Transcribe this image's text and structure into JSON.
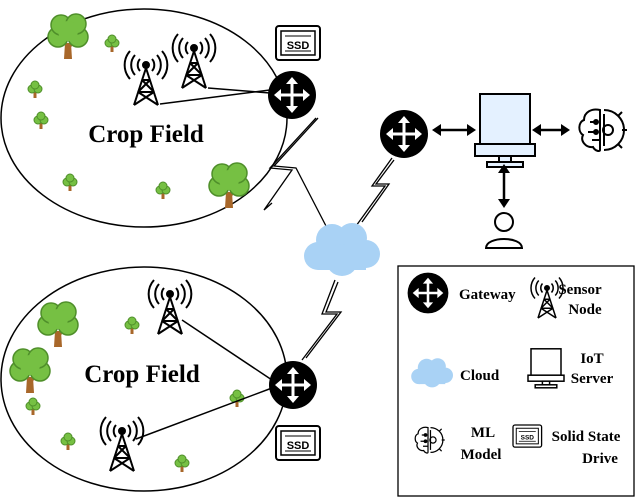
{
  "fields": [
    {
      "label": "Crop Field"
    },
    {
      "label": "Crop Field"
    }
  ],
  "ssd_text": "SSD",
  "legend": {
    "gateway": "Gateway",
    "sensor_line1": "Sensor",
    "sensor_line2": "Node",
    "cloud": "Cloud",
    "iot_line1": "IoT",
    "iot_line2": "Server",
    "ml_line1": "ML",
    "ml_line2": "Model",
    "ssd_line1": "Solid State",
    "ssd_line2": "Drive"
  },
  "colors": {
    "cloud_fill": "#a9d2f5",
    "cloud_stroke": "#8bb8e0",
    "monitor_fill": "#e4f1ff",
    "tree_green": "#76c043",
    "tree_dark": "#4f8f2a",
    "trunk": "#a8672a",
    "gateway_fill": "#000000"
  },
  "icons": [
    "gateway-icon",
    "sensor-node-icon",
    "cloud-icon",
    "iot-server-icon",
    "ml-model-icon",
    "ssd-icon",
    "user-icon",
    "tree-icon",
    "lightning-link-icon"
  ]
}
